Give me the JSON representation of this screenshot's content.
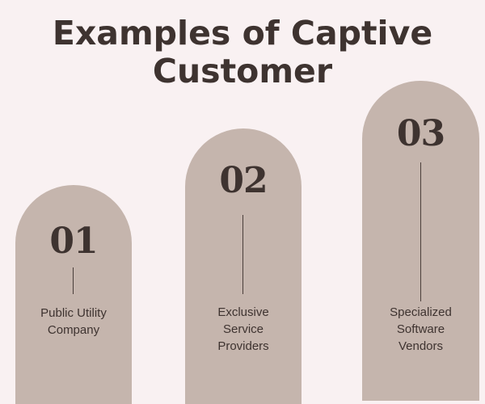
{
  "title": {
    "line1": "Examples of Captive",
    "line2": "Customer"
  },
  "items": [
    {
      "number": "01",
      "label_lines": [
        "Public Utility",
        "Company"
      ]
    },
    {
      "number": "02",
      "label_lines": [
        "Exclusive",
        "Service",
        "Providers"
      ]
    },
    {
      "number": "03",
      "label_lines": [
        "Specialized",
        "Software",
        "Vendors"
      ]
    }
  ],
  "colors": {
    "background": "#f9f1f2",
    "arch": "#c5b5ad",
    "text": "#3e3330"
  }
}
